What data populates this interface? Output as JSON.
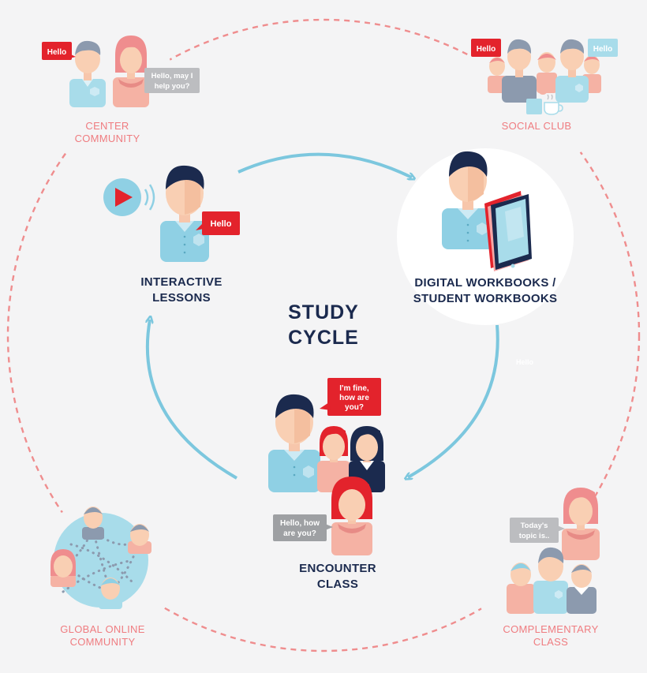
{
  "center": {
    "line1": "STUDY",
    "line2": "CYCLE"
  },
  "nodes": {
    "interactive": {
      "line1": "INTERACTIVE",
      "line2": "LESSONS"
    },
    "digital": {
      "line1": "DIGITAL WORKBOOKS /",
      "line2": "STUDENT WORKBOOKS"
    },
    "encounter": {
      "line1": "ENCOUNTER",
      "line2": "CLASS"
    }
  },
  "outer": {
    "center_community": {
      "line1": "CENTER",
      "line2": "COMMUNITY"
    },
    "social_club": {
      "line1": "SOCIAL CLUB"
    },
    "global_online": {
      "line1": "GLOBAL ONLINE",
      "line2": "COMMUNITY"
    },
    "complementary": {
      "line1": "COMPLEMENTARY",
      "line2": "CLASS"
    }
  },
  "bubbles": {
    "cc_hello": "Hello",
    "cc_help_1": "Hello, may I",
    "cc_help_2": "help you?",
    "sc_hello_left": "Hello",
    "sc_hello_right": "Hello",
    "il_hello": "Hello",
    "faint_hello": "Hello",
    "ec_fine_1": "I'm fine,",
    "ec_fine_2": "how are",
    "ec_fine_3": "you?",
    "ec_how_1": "Hello, how",
    "ec_how_2": "are you?",
    "comp_1": "Today's",
    "comp_2": "topic is.."
  },
  "colors": {
    "accent_red": "#e3232c",
    "navy": "#1b2a4e",
    "label_pink": "#ef7c80",
    "arrow_blue": "#7cc7de",
    "shirt_blue": "#8fd0e4",
    "skin": "#f9cfb3",
    "bubble_grey": "#9ea0a3"
  },
  "icons": [
    "play-icon",
    "sound-wave-icon",
    "tablet-icon",
    "tea-cup-icon",
    "globe-network-icon"
  ]
}
